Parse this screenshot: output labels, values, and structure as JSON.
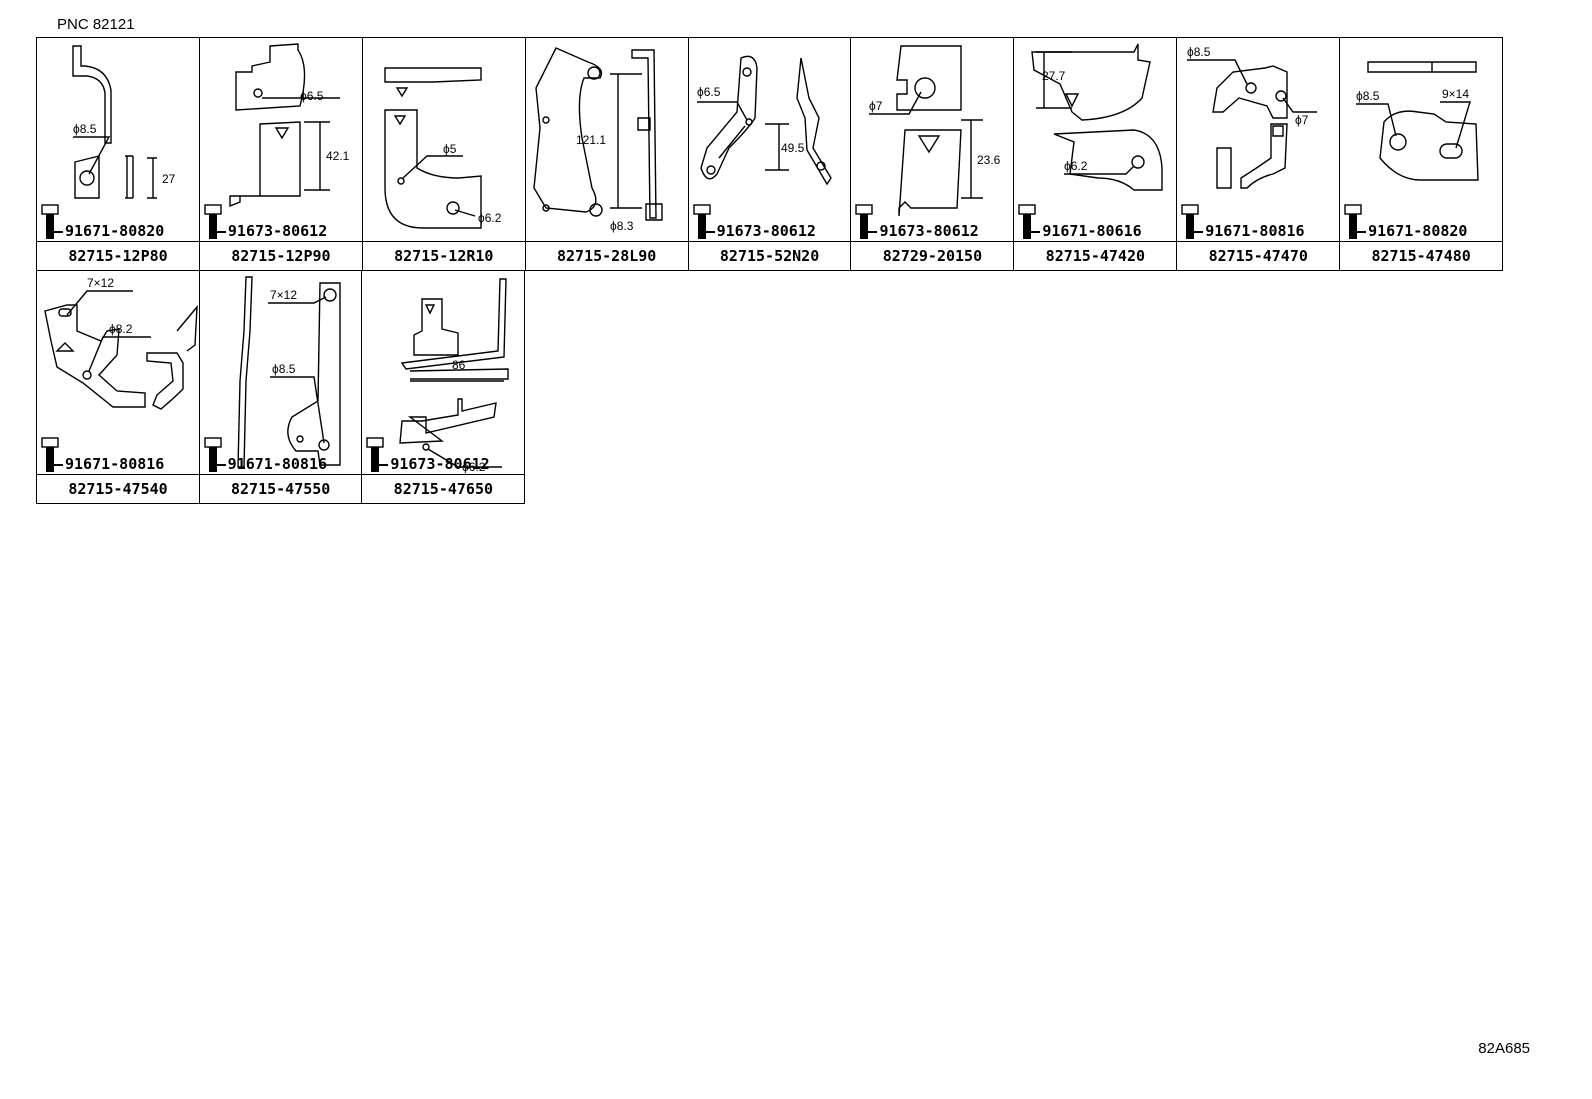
{
  "header": {
    "pnc": "PNC 82121"
  },
  "footer": {
    "code": "82A685"
  },
  "rows": [
    [
      {
        "part": "82715-12P80",
        "bolt": "91671-80820",
        "dims": [
          "ϕ8.5",
          "27"
        ]
      },
      {
        "part": "82715-12P90",
        "bolt": "91673-80612",
        "dims": [
          "ϕ6.5",
          "42.1"
        ]
      },
      {
        "part": "82715-12R10",
        "bolt": "",
        "dims": [
          "ϕ5",
          "ϕ6.2"
        ]
      },
      {
        "part": "82715-28L90",
        "bolt": "",
        "dims": [
          "121.1",
          "ϕ8.3"
        ]
      },
      {
        "part": "82715-52N20",
        "bolt": "91673-80612",
        "dims": [
          "ϕ6.5",
          "49.5"
        ]
      },
      {
        "part": "82729-20150",
        "bolt": "91673-80612",
        "dims": [
          "ϕ7",
          "23.6"
        ]
      },
      {
        "part": "82715-47420",
        "bolt": "91671-80616",
        "dims": [
          "27.7",
          "ϕ6.2"
        ]
      },
      {
        "part": "82715-47470",
        "bolt": "91671-80816",
        "dims": [
          "ϕ8.5",
          "ϕ7"
        ]
      },
      {
        "part": "82715-47480",
        "bolt": "91671-80820",
        "dims": [
          "ϕ8.5",
          "9×14"
        ]
      }
    ],
    [
      {
        "part": "82715-47540",
        "bolt": "91671-80816",
        "dims": [
          "7×12",
          "ϕ8.2"
        ]
      },
      {
        "part": "82715-47550",
        "bolt": "91671-80816",
        "dims": [
          "7×12",
          "ϕ8.5"
        ]
      },
      {
        "part": "82715-47650",
        "bolt": "91673-80612",
        "dims": [
          "86",
          "ϕ6.2"
        ]
      }
    ]
  ]
}
